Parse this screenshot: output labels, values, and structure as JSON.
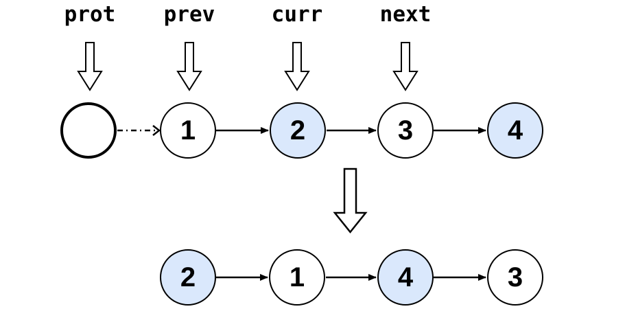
{
  "pointers": [
    {
      "label": "prot"
    },
    {
      "label": "prev"
    },
    {
      "label": "curr"
    },
    {
      "label": "next"
    }
  ],
  "top_list": {
    "dummy_node": {
      "value": ""
    },
    "nodes": [
      {
        "value": "1",
        "highlighted": false
      },
      {
        "value": "2",
        "highlighted": true
      },
      {
        "value": "3",
        "highlighted": false
      },
      {
        "value": "4",
        "highlighted": true
      }
    ]
  },
  "bottom_list": {
    "nodes": [
      {
        "value": "2",
        "highlighted": true
      },
      {
        "value": "1",
        "highlighted": false
      },
      {
        "value": "4",
        "highlighted": true
      },
      {
        "value": "3",
        "highlighted": false
      }
    ]
  },
  "colors": {
    "highlight_fill": "#dae8fc",
    "node_fill": "#ffffff",
    "stroke": "#000000"
  }
}
